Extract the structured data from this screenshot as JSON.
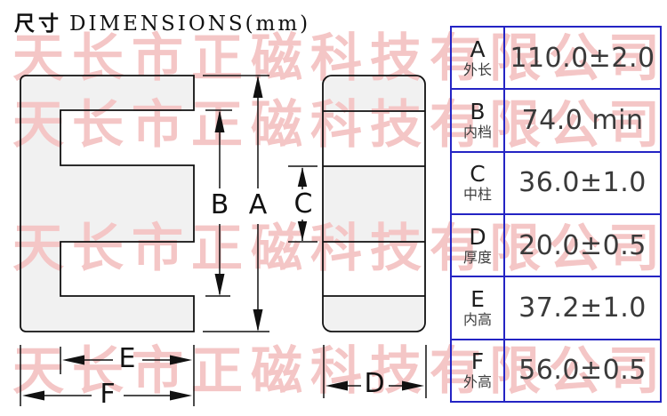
{
  "title": {
    "cn": "尺寸",
    "en": "DIMENSIONS(mm)"
  },
  "watermark": {
    "text": "天长市正磁科技有限公司",
    "color": "#f4c6c6"
  },
  "diagram": {
    "description": "E-core front view and side view with dimension arrows",
    "fill_color": "#f1f1f1",
    "line_color": "#111111",
    "labels": {
      "A": "A",
      "B": "B",
      "C": "C",
      "D": "D",
      "E": "E",
      "F": "F"
    }
  },
  "table": {
    "border_color": "#2424c4",
    "rows": [
      {
        "letter": "A",
        "cn": "外长",
        "value": "110.0±2.0"
      },
      {
        "letter": "B",
        "cn": "内档",
        "value": "74.0 min"
      },
      {
        "letter": "C",
        "cn": "中柱",
        "value": "36.0±1.0"
      },
      {
        "letter": "D",
        "cn": "厚度",
        "value": "20.0±0.5"
      },
      {
        "letter": "E",
        "cn": "内高",
        "value": "37.2±1.0"
      },
      {
        "letter": "F",
        "cn": "外高",
        "value": "56.0±0.5"
      }
    ]
  }
}
